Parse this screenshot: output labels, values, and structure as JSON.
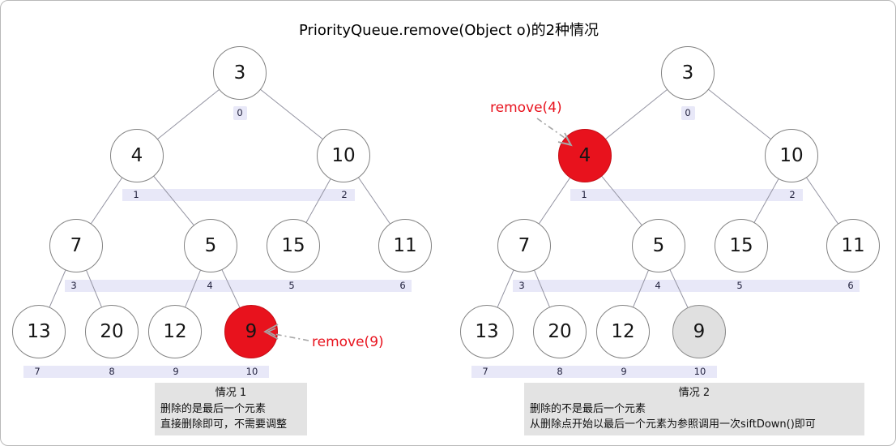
{
  "title": "PriorityQueue.remove(Object o)的2种情况",
  "colors": {
    "removed_node_fill": "#e8121d",
    "last_node_fill": "#e0e0e0",
    "node_fill": "#ffffff",
    "node_border": "#828282",
    "index_band_fill": "#e8e8f8",
    "index_text": "#23233f",
    "annotation_text": "#e8121d",
    "caption_bg": "#e3e3e3"
  },
  "left": {
    "annotation": "remove(9)",
    "nodes": [
      {
        "value": "3",
        "index": "0"
      },
      {
        "value": "4",
        "index": "1"
      },
      {
        "value": "10",
        "index": "2"
      },
      {
        "value": "7",
        "index": "3"
      },
      {
        "value": "5",
        "index": "4"
      },
      {
        "value": "15",
        "index": "5"
      },
      {
        "value": "11",
        "index": "6"
      },
      {
        "value": "13",
        "index": "7"
      },
      {
        "value": "20",
        "index": "8"
      },
      {
        "value": "12",
        "index": "9"
      },
      {
        "value": "9",
        "index": "10"
      }
    ],
    "caption": {
      "heading": "情况 1",
      "line1": "删除的是最后一个元素",
      "line2": "直接删除即可，不需要调整"
    }
  },
  "right": {
    "annotation": "remove(4)",
    "nodes": [
      {
        "value": "3",
        "index": "0"
      },
      {
        "value": "4",
        "index": "1"
      },
      {
        "value": "10",
        "index": "2"
      },
      {
        "value": "7",
        "index": "3"
      },
      {
        "value": "5",
        "index": "4"
      },
      {
        "value": "15",
        "index": "5"
      },
      {
        "value": "11",
        "index": "6"
      },
      {
        "value": "13",
        "index": "7"
      },
      {
        "value": "20",
        "index": "8"
      },
      {
        "value": "12",
        "index": "9"
      },
      {
        "value": "9",
        "index": "10"
      }
    ],
    "caption": {
      "heading": "情况 2",
      "line1": "删除的不是最后一个元素",
      "line2": "从删除点开始以最后一个元素为参照调用一次siftDown()即可"
    }
  }
}
